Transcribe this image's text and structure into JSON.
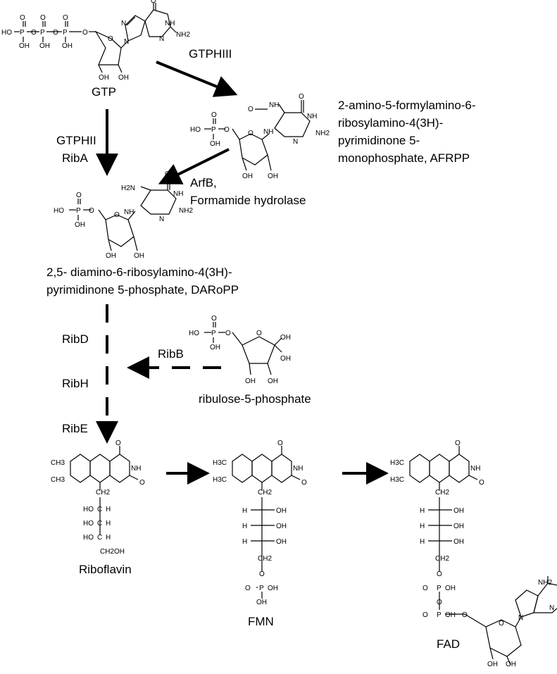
{
  "molecules": {
    "gtp": "GTP",
    "afrpp": [
      "2-amino-5-formylamino-6-",
      "ribosylamino-4(3H)-",
      "pyrimidinone 5-",
      "monophosphate, AFRPP"
    ],
    "daropp": [
      "2,5- diamino-6-ribosylamino-4(3H)-",
      "pyrimidinone 5-phosphate, DARoPP"
    ],
    "ribulose": "ribulose-5-phosphate",
    "riboflavin": "Riboflavin",
    "fmn": "FMN",
    "fad": "FAD"
  },
  "enzymes": {
    "gtphiii": "GTPHIII",
    "gtphii": "GTPHII",
    "riba": "RibA",
    "arfb": "ArfB,",
    "formamide": "Formamide hydrolase",
    "ribd": "RibD",
    "ribh": "RibH",
    "ribe": "RibE",
    "ribb": "RibB"
  },
  "atoms": {
    "ho": "HO",
    "oh": "OH",
    "p": "P",
    "o": "O",
    "n": "N",
    "nh": "NH",
    "nh2": "NH2",
    "h2n": "H2N",
    "h": "H",
    "ch3": "CH3",
    "h3c": "H3C",
    "ch2": "CH2",
    "ch2oh": "CH2OH",
    "c": "C"
  }
}
